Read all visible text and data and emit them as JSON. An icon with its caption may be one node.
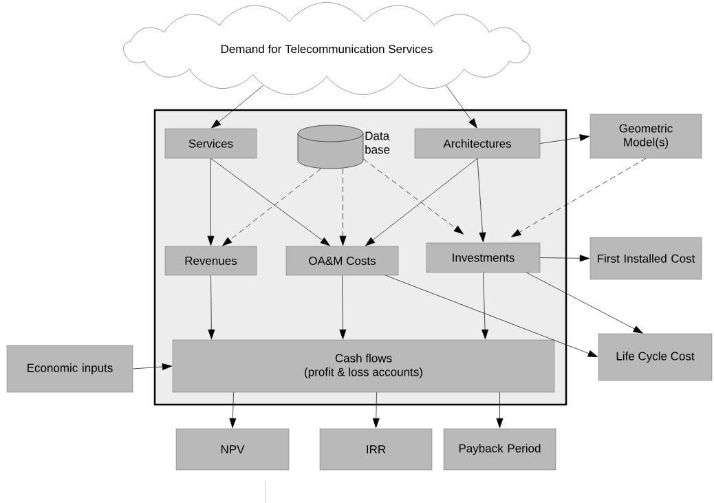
{
  "diagram": {
    "nodes": [
      {
        "text": [
          "Demand for Telecommunication Services"
        ]
      },
      {
        "text": [],
        "shape": "box"
      },
      {
        "text": [
          "Services"
        ],
        "in": 1
      },
      {
        "text": [],
        "shape": "cylinder",
        "beside": [
          "Data base"
        ],
        "in": 1
      },
      {
        "text": [
          "Architectures"
        ],
        "in": 1
      },
      {
        "text": [
          "Geometric Model(s)"
        ]
      },
      {
        "text": [
          "Revenues"
        ],
        "in": 1
      },
      {
        "text": [
          "OA&M Costs"
        ],
        "in": 1
      },
      {
        "text": [
          "Investments"
        ],
        "in": 1
      },
      {
        "text": [
          "First Installed Cost"
        ]
      },
      {
        "text": [
          "Economic inputs"
        ]
      },
      {
        "text": [
          "Cash flows",
          "(profit & loss accounts)"
        ],
        "in": 1
      },
      {
        "text": [
          "Life Cycle Cost"
        ]
      },
      {
        "text": [
          "NPV"
        ]
      },
      {
        "text": [
          "IRR"
        ]
      },
      {
        "text": [
          "Payback Period"
        ]
      }
    ],
    "edges": [
      {
        "from": 0,
        "to": 2,
        "arrow": "to"
      },
      {
        "from": 0,
        "to": 4,
        "arrow": "to"
      },
      {
        "from": 4,
        "to": 5,
        "arrow": "to"
      },
      {
        "from": 2,
        "to": 6,
        "arrow": "to"
      },
      {
        "from": 2,
        "to": 7,
        "arrow": "to"
      },
      {
        "from": 3,
        "to": 6,
        "arrow": "to",
        "style": "dashed"
      },
      {
        "from": 3,
        "to": 7,
        "arrow": "to",
        "style": "dashed"
      },
      {
        "from": 3,
        "to": 8,
        "arrow": "to",
        "style": "dashed"
      },
      {
        "from": 4,
        "to": 7,
        "arrow": "to"
      },
      {
        "from": 4,
        "to": 8,
        "arrow": "to"
      },
      {
        "from": 5,
        "to": 8,
        "arrow": "to",
        "style": "dashed"
      },
      {
        "from": 8,
        "to": 9,
        "arrow": "to"
      },
      {
        "from": 6,
        "to": 11,
        "arrow": "to"
      },
      {
        "from": 7,
        "to": 11,
        "arrow": "to"
      },
      {
        "from": 8,
        "to": 11,
        "arrow": "to"
      },
      {
        "from": 7,
        "to": 12,
        "arrow": "to"
      },
      {
        "from": 8,
        "to": 12,
        "arrow": "to"
      },
      {
        "from": 10,
        "to": 11,
        "arrow": "to"
      },
      {
        "from": 11,
        "to": 13,
        "arrow": "to"
      },
      {
        "from": 11,
        "to": 14,
        "arrow": "to"
      },
      {
        "from": 11,
        "to": 15,
        "arrow": "to"
      }
    ]
  }
}
